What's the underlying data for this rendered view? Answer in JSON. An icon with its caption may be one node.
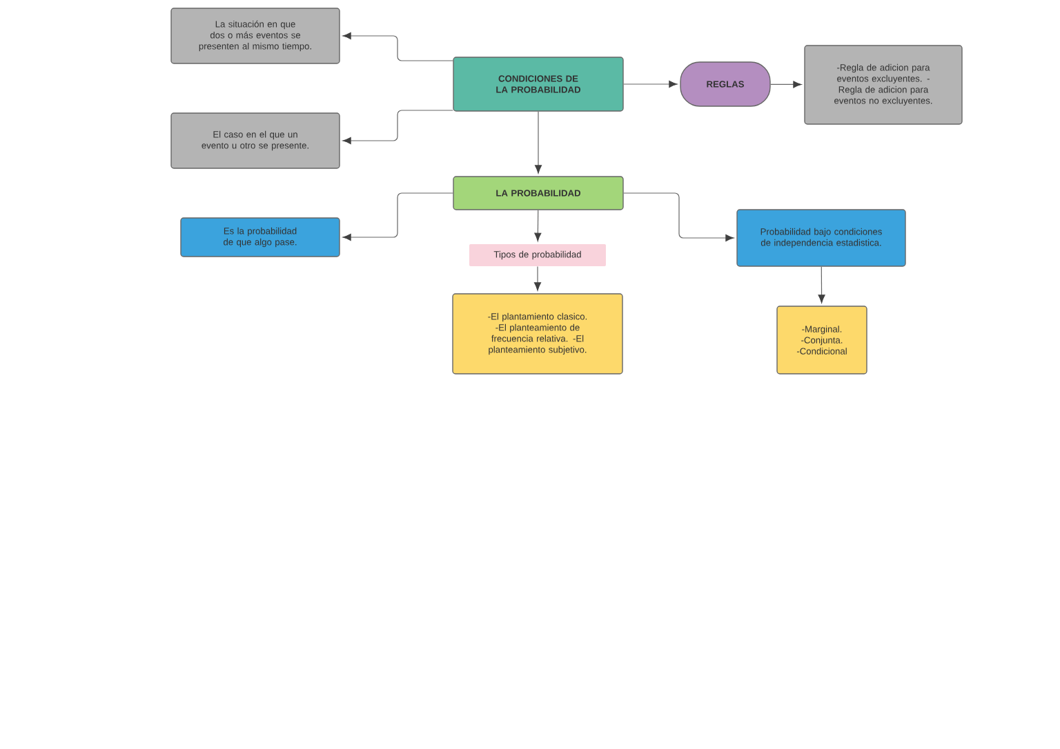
{
  "diagram": {
    "nodes": [
      {
        "text": [
          "CONDICIONES DE LA PROBABILIDAD"
        ]
      },
      {
        "text": [
          "La situación en que dos o más eventos se presenten al mismo tiempo."
        ]
      },
      {
        "text": [
          "El caso en el que un evento u otro se presente."
        ]
      },
      {
        "text": [
          "REGLAS"
        ]
      },
      {
        "text": [
          "-Regla de adicion para eventos excluyentes. -Regla de adicion para eventos no excluyentes."
        ]
      },
      {
        "text": [
          "LA PROBABILIDAD"
        ]
      },
      {
        "text": [
          "Es la probabilidad de que algo pase."
        ]
      },
      {
        "text": [
          "Tipos de probabilidad"
        ]
      },
      {
        "text": [
          "-El plantamiento clasico. -El planteamiento de frecuencia relativa. -El planteamiento subjetivo."
        ]
      },
      {
        "text": [
          "Probabilidad bajo condiciones de independencia estadistica."
        ]
      },
      {
        "text": [
          "-Marginal. -Conjunta. -Condicional"
        ]
      }
    ],
    "edges": [
      {
        "from": 0,
        "to": 1,
        "arrow": "to"
      },
      {
        "from": 0,
        "to": 2,
        "arrow": "to"
      },
      {
        "from": 0,
        "to": 3,
        "arrow": "to"
      },
      {
        "from": 3,
        "to": 4,
        "arrow": "to"
      },
      {
        "from": 0,
        "to": 5,
        "arrow": "to"
      },
      {
        "from": 5,
        "to": 6,
        "arrow": "to"
      },
      {
        "from": 5,
        "to": 7,
        "arrow": "to"
      },
      {
        "from": 7,
        "to": 8,
        "arrow": "to"
      },
      {
        "from": 5,
        "to": 9,
        "arrow": "to"
      },
      {
        "from": 9,
        "to": 10,
        "arrow": "to"
      }
    ]
  }
}
